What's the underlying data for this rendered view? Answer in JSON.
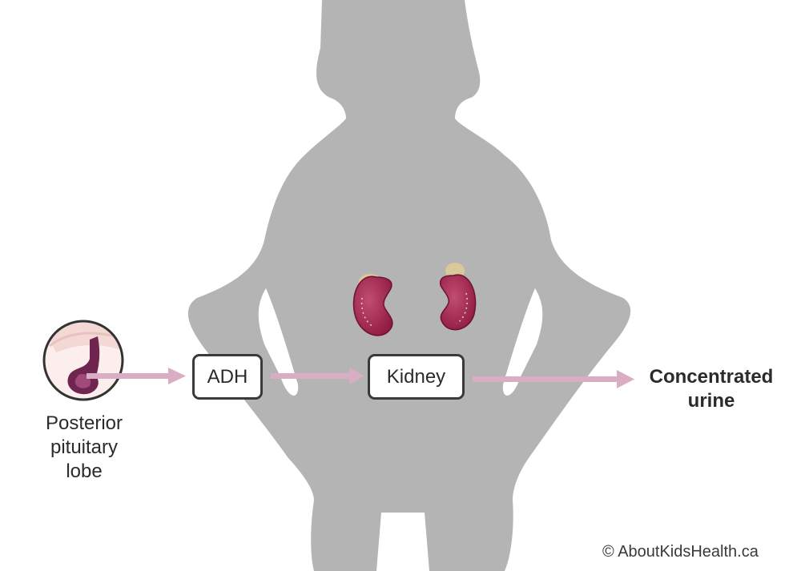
{
  "diagram": {
    "nodes": {
      "pituitary": {
        "label_lines": [
          "Posterior",
          "pituitary",
          "lobe"
        ]
      },
      "adh": {
        "label": "ADH"
      },
      "kidney": {
        "label": "Kidney"
      },
      "output": {
        "label_lines": [
          "Concentrated",
          "urine"
        ]
      }
    },
    "edges": [
      {
        "from": "pituitary",
        "to": "adh"
      },
      {
        "from": "adh",
        "to": "kidney"
      },
      {
        "from": "kidney",
        "to": "output"
      }
    ],
    "colors": {
      "silhouette": "#b4b4b4",
      "arrow": "#d9aec4",
      "kidney": "#a8234e",
      "adrenal": "#d9c89a",
      "box_border": "#3a3a3a"
    }
  },
  "footer": {
    "copyright": "© AboutKidsHealth.ca"
  }
}
